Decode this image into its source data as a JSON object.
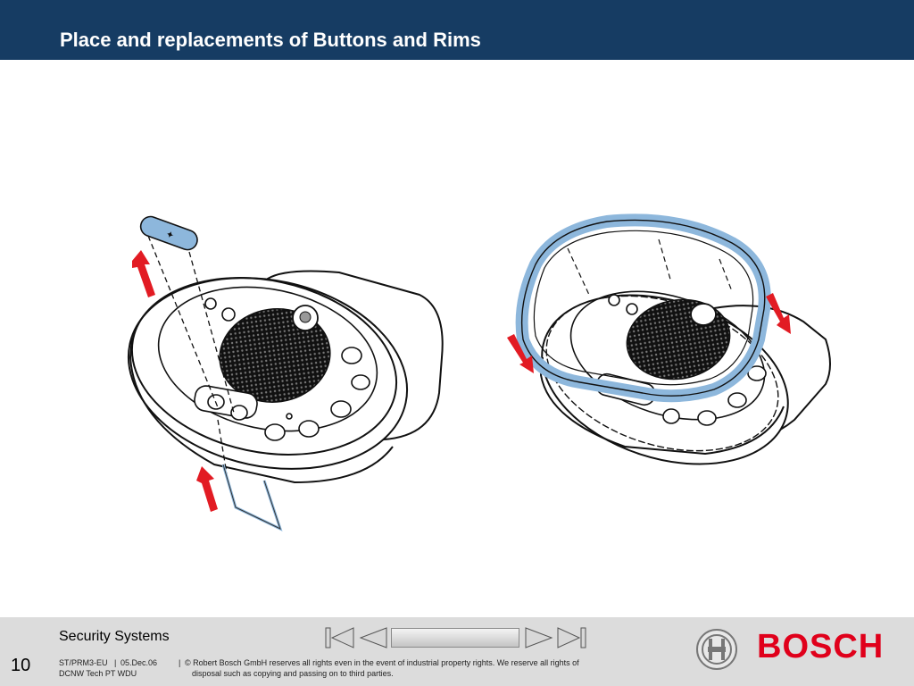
{
  "slide": {
    "title": "Place and replacements of Buttons and Rims"
  },
  "figure": {
    "left_device": "discussion-unit-with-button-removed",
    "right_device": "discussion-unit-with-rim-removed",
    "arrow_color": "#e21b23",
    "part_color": "#8db7dc"
  },
  "footer": {
    "division": "Security Systems",
    "page_number": "10",
    "doc_ref": "ST/PRM3-EU",
    "sep1": "|",
    "date": "05.Dec.06",
    "sep2": "|",
    "copyright_line1": "© Robert Bosch GmbH reserves all rights even in the event of industrial property rights. We reserve all rights of",
    "copyright_line2": "disposal such as copying and passing on to third parties.",
    "department": "DCNW Tech PT WDU",
    "brand": "BOSCH",
    "brand_color": "#e0001b"
  },
  "nav": {
    "icons": [
      "first-slide-icon",
      "previous-slide-icon",
      "next-slide-icon",
      "last-slide-icon"
    ]
  }
}
